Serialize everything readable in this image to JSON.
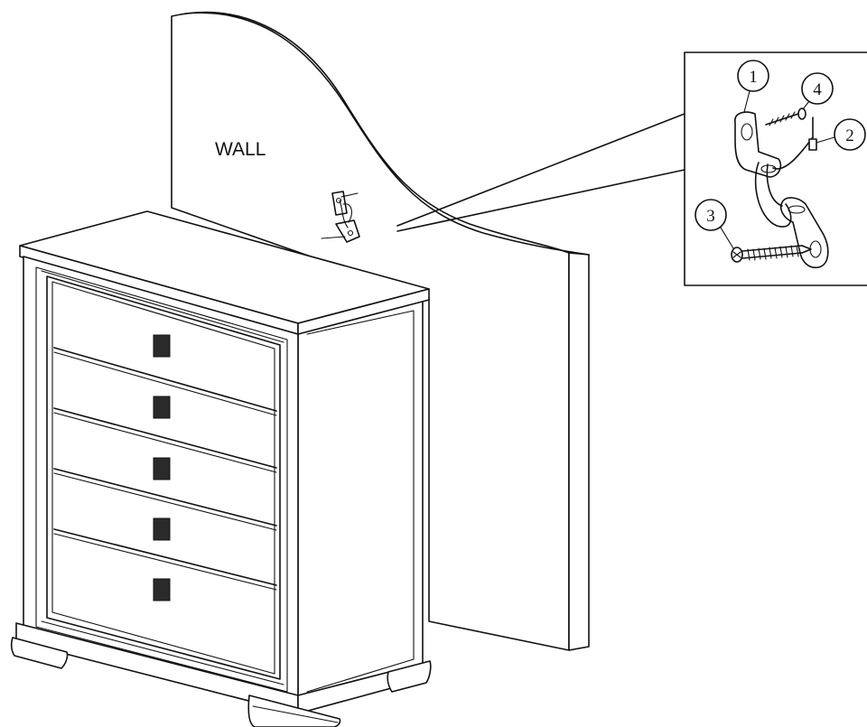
{
  "wall_label": "WALL",
  "callouts": [
    {
      "id": "1"
    },
    {
      "id": "2"
    },
    {
      "id": "3"
    },
    {
      "id": "4"
    }
  ],
  "colors": {
    "line": "#111111",
    "background": "#ffffff",
    "handle": "#2a2a2a"
  }
}
